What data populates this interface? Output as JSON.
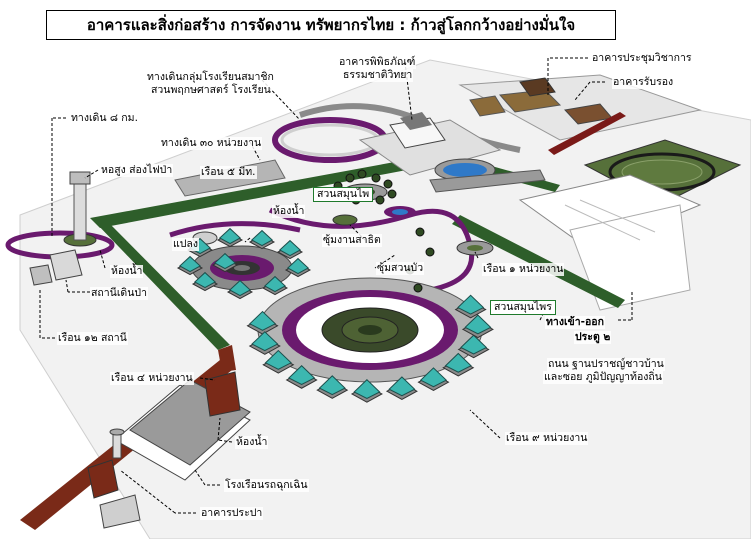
{
  "title": "อาคารและสิ่งก่อสร้าง การจัดงาน ทรัพยากรไทย : ก้าวสู่โลกกว้างอย่างมั่นใจ",
  "labels": {
    "museum": "อาคารพิพิธภัณฑ์",
    "museum_sub": "ธรรมชาติวิทยา",
    "meeting_hall": "อาคารประชุมวิชาการ",
    "reception": "อาคารรับรอง",
    "walkway_youth": "ทางเดินกลุ่มโรงเรียนสมาชิก",
    "walkway_youth_sub": "สวนพฤกษศาสตร์ โรงเรียน",
    "walkway_8km": "ทางเดิน ๘ กม.",
    "walkway_30": "ทางเดิน ๓๐ หน่วยงาน",
    "tower": "หอสูง ส่องไฟป่า",
    "hall_5": "เรือน ๕ มีท.",
    "herb_garden": "สวนสมุนไพ",
    "restroom_top": "ห้องน้ำ",
    "exhibit_point": "แปลง",
    "demo_center": "ซุ้มงานสาธิต",
    "lotus_pavilion": "ซุ้มสวนบัว",
    "hall_1": "เรือน ๑ หน่วยงาน",
    "herb_garden_2": "สวนสมุนไพร",
    "restroom_left": "ห้องน้ำ",
    "rest_station": "สถานีเดินป่า",
    "hall_12": "เรือน ๑๒ สถานี",
    "entrance": "ทางเข้า-ออก",
    "gate2": "ประตู ๒",
    "road": "ถนน ฐานปราชญ์ชาวบ้าน",
    "road_sub": "และซอย ภูมิปัญญาท้องถิ่น",
    "hall_4": "เรือน ๔ หน่วยงาน",
    "hall_9": "เรือน ๙ หน่วยงาน",
    "restroom_bottom": "ห้องน้ำ",
    "emergency_building": "โรงเรือนรถฉุกเฉิน",
    "water_building": "อาคารประปา"
  },
  "colors": {
    "road": "#2e5e2a",
    "ring_purple": "#6a1a6e",
    "roof_teal": "#3cb7b0",
    "grass": "#566a3a",
    "water": "#2f79c8",
    "brick": "#7a2a18"
  }
}
